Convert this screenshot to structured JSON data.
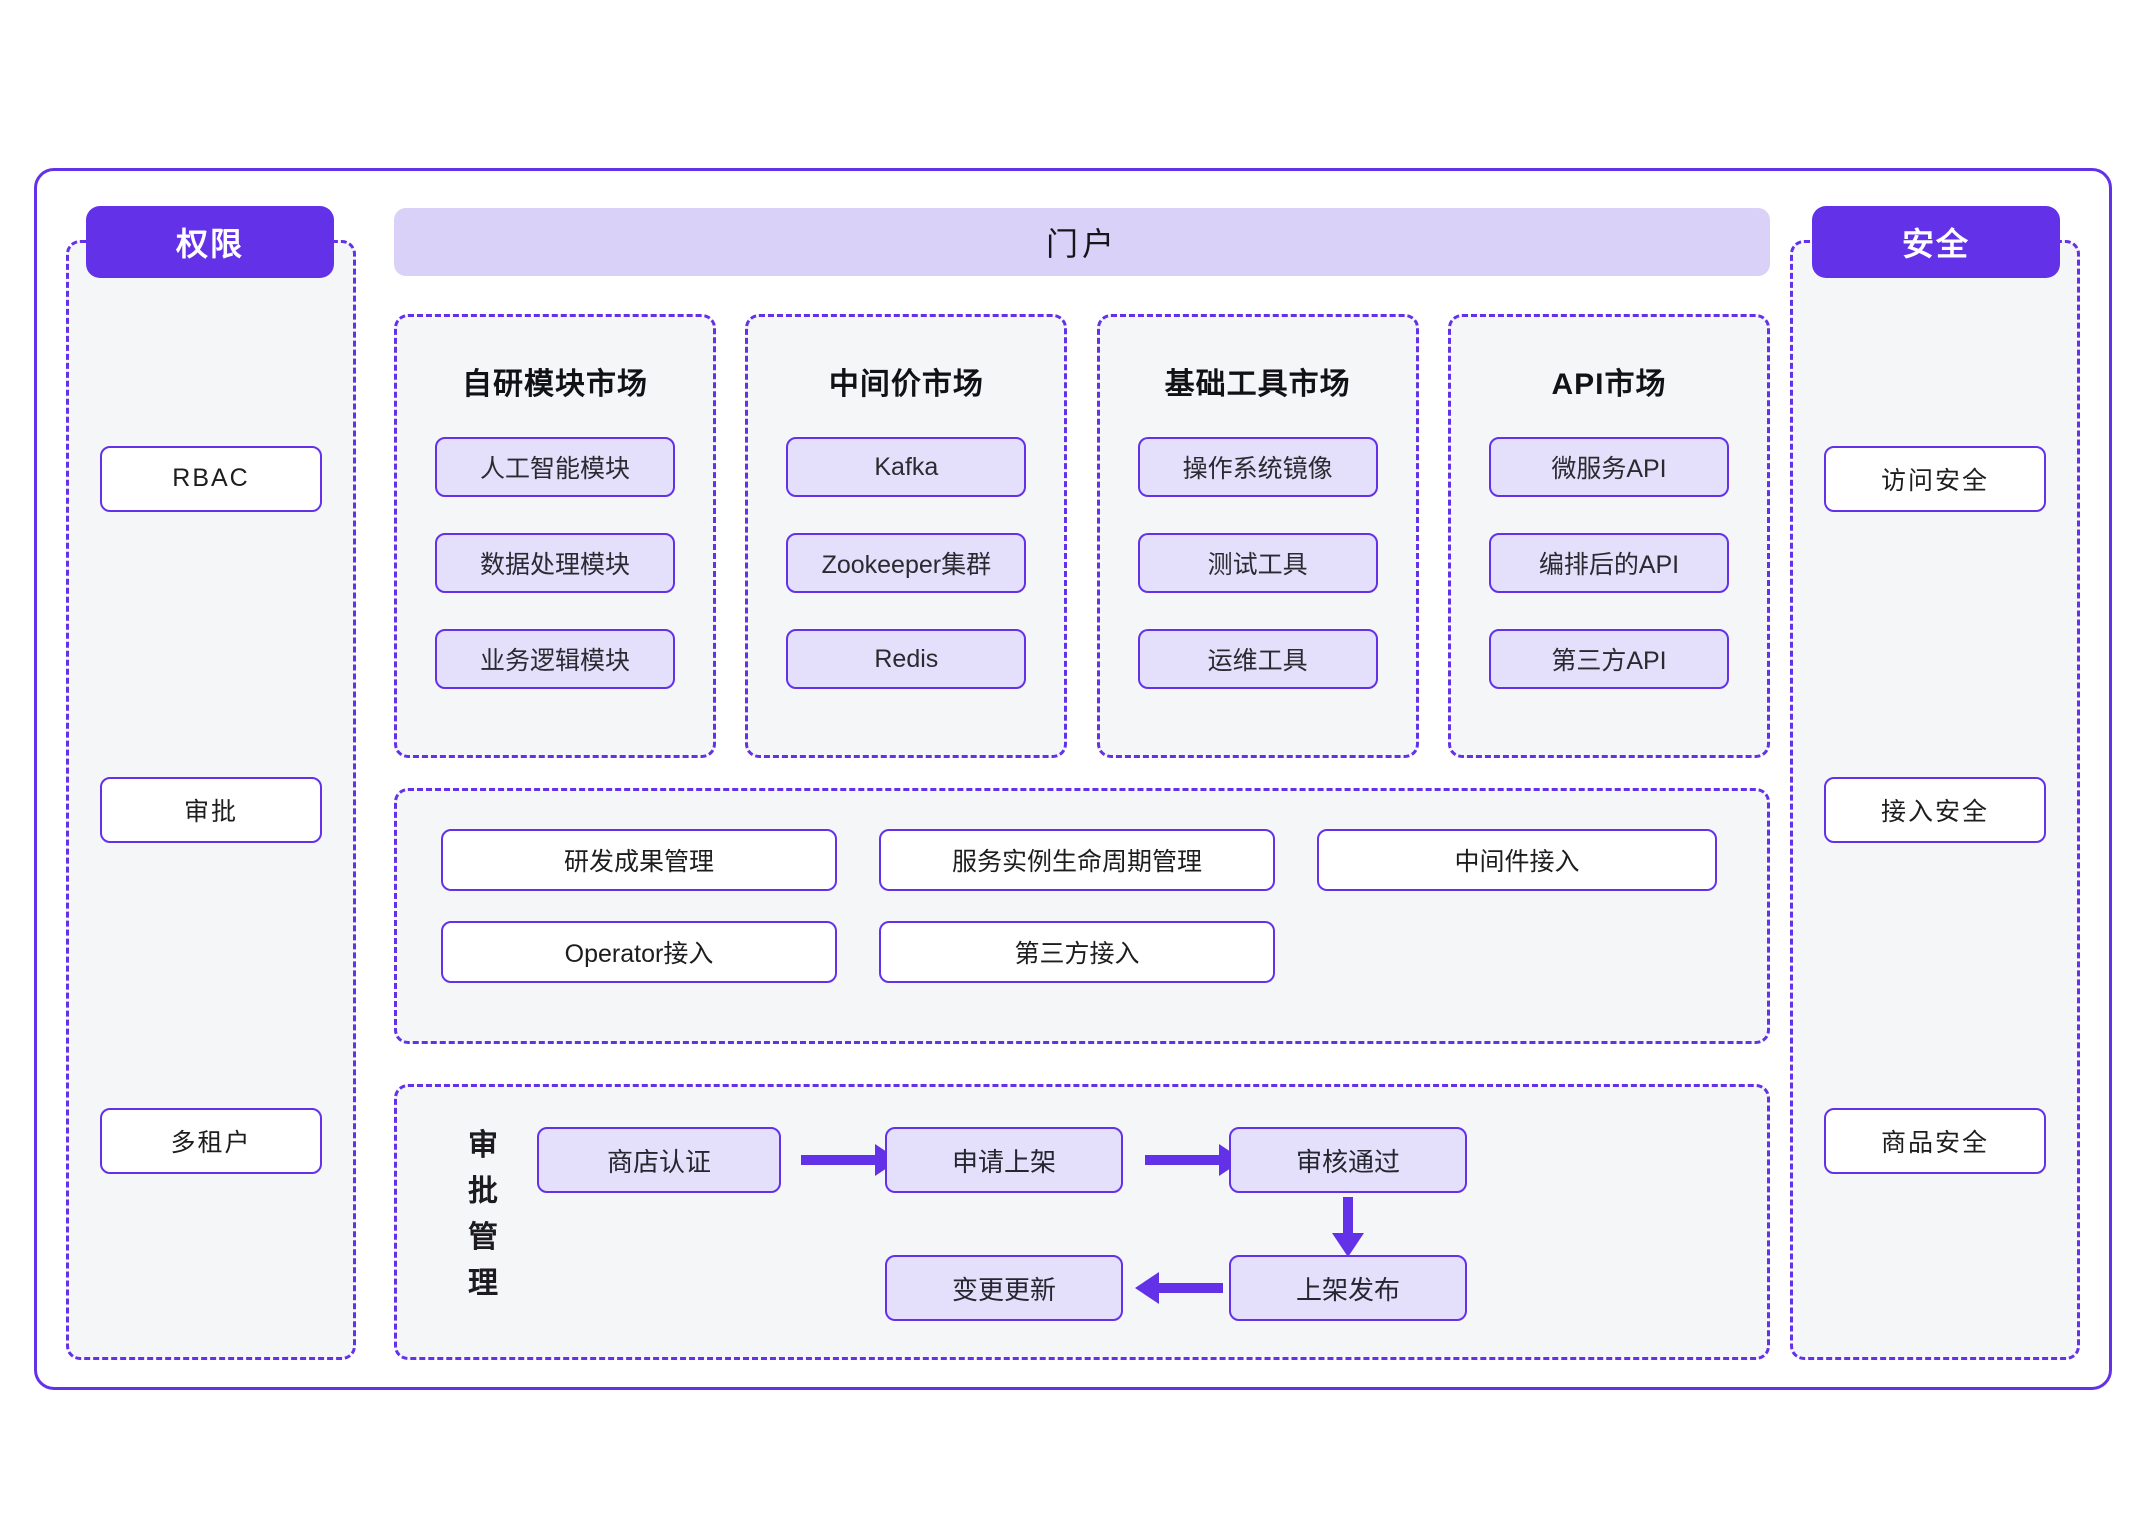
{
  "diagram": {
    "permission_panel": {
      "header": "权限",
      "items": [
        "RBAC",
        "审批",
        "多租户"
      ]
    },
    "security_panel": {
      "header": "安全",
      "items": [
        "访问安全",
        "接入安全",
        "商品安全"
      ]
    },
    "portal": {
      "title": "门户"
    },
    "markets": [
      {
        "title": "自研模块市场",
        "items": [
          "人工智能模块",
          "数据处理模块",
          "业务逻辑模块"
        ]
      },
      {
        "title": "中间价市场",
        "items": [
          "Kafka",
          "Zookeeper集群",
          "Redis"
        ]
      },
      {
        "title": "基础工具市场",
        "items": [
          "操作系统镜像",
          "测试工具",
          "运维工具"
        ]
      },
      {
        "title": "API市场",
        "items": [
          "微服务API",
          "编排后的API",
          "第三方API"
        ]
      }
    ],
    "services": {
      "row1": [
        "研发成果管理",
        "服务实例生命周期管理",
        "中间件接入"
      ],
      "row2": [
        "Operator接入",
        "第三方接入"
      ]
    },
    "approval": {
      "label": "审批管理",
      "nodes": {
        "shop_auth": "商店认证",
        "apply_listing": "申请上架",
        "review_passed": "审核通过",
        "publish": "上架发布",
        "change_update": "变更更新"
      }
    },
    "colors": {
      "accent": "#6332e8",
      "chip_fill": "#e4dffa",
      "banner_fill": "#d9d1f7",
      "panel_fill": "#f5f6f8",
      "box_fill": "#ffffff"
    }
  }
}
